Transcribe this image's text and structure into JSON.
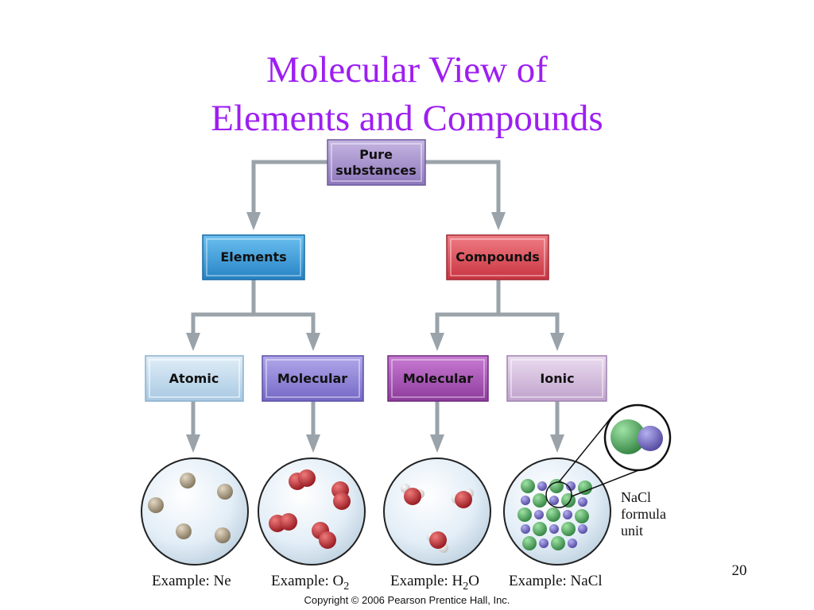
{
  "title": {
    "line1": "Molecular View of",
    "line2": "Elements and Compounds"
  },
  "nodes": {
    "pure": {
      "line1": "Pure",
      "line2": "substances",
      "color": "#9a84c4"
    },
    "elements": {
      "label": "Elements",
      "color": "#3a9bd8"
    },
    "compounds": {
      "label": "Compounds",
      "color": "#e04a55"
    },
    "atomic": {
      "label": "Atomic",
      "color": "#bcd6ea"
    },
    "molecular_el": {
      "label": "Molecular",
      "color": "#8a7fd6"
    },
    "molecular_cmp": {
      "label": "Molecular",
      "color": "#a14bb0"
    },
    "ionic": {
      "label": "Ionic",
      "color": "#d2b8dc"
    }
  },
  "examples": {
    "ne": {
      "prefix": "Example: Ne"
    },
    "o2": {
      "prefix": "Example: O",
      "sub": "2"
    },
    "h2o": {
      "prefix": "Example: H",
      "sub": "2",
      "suffix": "O"
    },
    "nacl": {
      "prefix": "Example: NaCl"
    }
  },
  "callout": {
    "line1": "NaCl",
    "line2": "formula",
    "line3": "unit"
  },
  "page_number": "20",
  "copyright": "Copyright © 2006 Pearson Prentice Hall, Inc."
}
